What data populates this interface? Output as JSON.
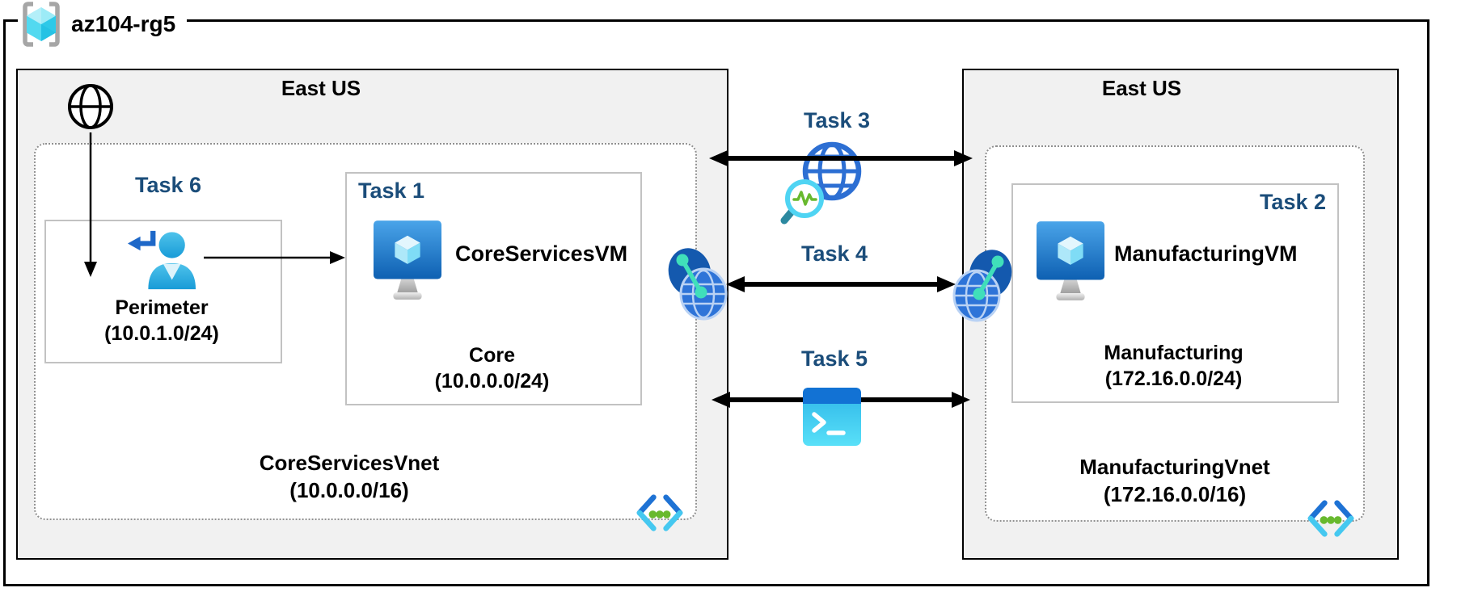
{
  "resource_group": {
    "label": "az104-rg5"
  },
  "regions": {
    "left": {
      "label": "East US"
    },
    "right": {
      "label": "East US"
    }
  },
  "tasks": {
    "t1": "Task 1",
    "t2": "Task 2",
    "t3": "Task 3",
    "t4": "Task 4",
    "t5": "Task 5",
    "t6": "Task 6"
  },
  "left_vnet": {
    "name": "CoreServicesVnet",
    "cidr": "(10.0.0.0/16)",
    "vm_name": "CoreServicesVM",
    "subnet_core_name": "Core",
    "subnet_core_cidr": "(10.0.0.0/24)",
    "subnet_perimeter_name": "Perimeter",
    "subnet_perimeter_cidr": "(10.0.1.0/24)"
  },
  "right_vnet": {
    "name": "ManufacturingVnet",
    "cidr": "(172.16.0.0/16)",
    "vm_name": "ManufacturingVM",
    "subnet_name": "Manufacturing",
    "subnet_cidr": "(172.16.0.0/24)"
  },
  "icons": {
    "resource_group": "resource-group-brackets-cube",
    "internet": "globe-outline",
    "perimeter_user": "user-with-return-arrow",
    "vm": "azure-virtual-machine-monitor-cube",
    "network_watcher": "globe-with-magnifier-pulse",
    "cloud_shell": "terminal-prompt-window",
    "peering": "double-globe-peering-link",
    "vnet_code": "angle-brackets-with-dots"
  },
  "colors": {
    "task_label": "#1b4d7a",
    "region_fill": "#f1f1f1",
    "arrow": "#000000",
    "azure_blue_dark": "#0e60b2",
    "azure_blue": "#2e74d8",
    "cyan": "#45c8f0",
    "mint": "#40dfba",
    "green_dots": "#68b92e",
    "cube_cyan": "#2ec9e8",
    "bracket_gray": "#a6a6a6"
  }
}
